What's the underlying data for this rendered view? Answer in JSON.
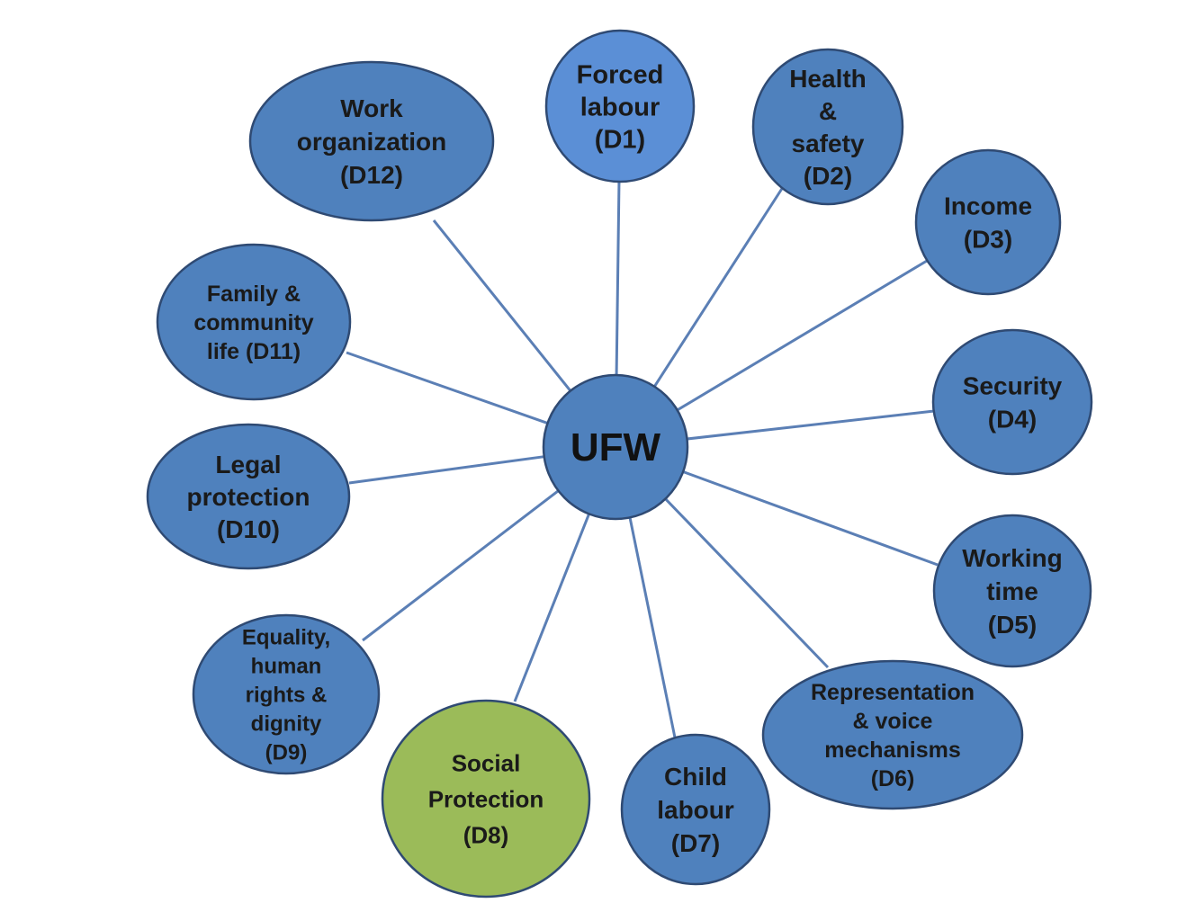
{
  "hub": {
    "label": "UFW",
    "color": "#4f81bd"
  },
  "colors": {
    "node_fill": "#4f81bd",
    "node_stroke": "#2f4a73",
    "highlight_fill": "#9bbb59",
    "highlight_stroke": "#4f6228",
    "light_fill": "#5b8fd6",
    "connector": "#5b7fb5"
  },
  "nodes": [
    {
      "id": "d1",
      "lines": [
        "Forced",
        "labour",
        "(D1)"
      ],
      "style": "light"
    },
    {
      "id": "d2",
      "lines": [
        "Health",
        "&",
        "safety",
        "(D2)"
      ],
      "style": "normal"
    },
    {
      "id": "d3",
      "lines": [
        "Income",
        "(D3)"
      ],
      "style": "normal"
    },
    {
      "id": "d4",
      "lines": [
        "Security",
        "(D4)"
      ],
      "style": "normal"
    },
    {
      "id": "d5",
      "lines": [
        "Working",
        "time",
        "(D5)"
      ],
      "style": "normal"
    },
    {
      "id": "d6",
      "lines": [
        "Representation",
        "& voice",
        "mechanisms",
        "(D6)"
      ],
      "style": "normal"
    },
    {
      "id": "d7",
      "lines": [
        "Child",
        "labour",
        "(D7)"
      ],
      "style": "normal"
    },
    {
      "id": "d8",
      "lines": [
        "Social",
        "Protection",
        "(D8)"
      ],
      "style": "highlight"
    },
    {
      "id": "d9",
      "lines": [
        "Equality,",
        "human",
        "rights &",
        "dignity",
        "(D9)"
      ],
      "style": "normal"
    },
    {
      "id": "d10",
      "lines": [
        "Legal",
        "protection",
        "(D10)"
      ],
      "style": "normal"
    },
    {
      "id": "d11",
      "lines": [
        "Family &",
        "community",
        "life (D11)"
      ],
      "style": "normal"
    },
    {
      "id": "d12",
      "lines": [
        "Work",
        "organization",
        "(D12)"
      ],
      "style": "normal"
    }
  ]
}
